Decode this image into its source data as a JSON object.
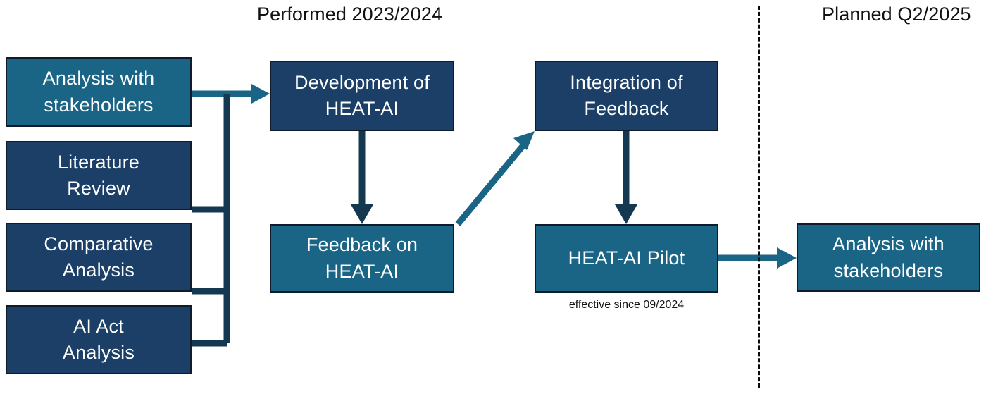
{
  "diagram": {
    "title_not_shown": "",
    "phases": [
      {
        "id": "performed",
        "label": "Performed 2023/2024"
      },
      {
        "id": "planned",
        "label": "Planned Q2/2025"
      }
    ],
    "nodes": [
      {
        "id": "analysis-with-stakeholders-1",
        "label": "Analysis with\nstakeholders",
        "style": "teal"
      },
      {
        "id": "literature-review",
        "label": "Literature\nReview",
        "style": "navy"
      },
      {
        "id": "comparative-analysis",
        "label": "Comparative\nAnalysis",
        "style": "navy"
      },
      {
        "id": "ai-act-analysis",
        "label": "AI Act\nAnalysis",
        "style": "navy"
      },
      {
        "id": "development-of-heat-ai",
        "label": "Development of\nHEAT-AI",
        "style": "navy"
      },
      {
        "id": "feedback-on-heat-ai",
        "label": "Feedback on\nHEAT-AI",
        "style": "teal"
      },
      {
        "id": "integration-of-feedback",
        "label": "Integration of\nFeedback",
        "style": "navy"
      },
      {
        "id": "heat-ai-pilot",
        "label": "HEAT-AI Pilot",
        "style": "teal"
      },
      {
        "id": "analysis-with-stakeholders-2",
        "label": "Analysis with\nstakeholders",
        "style": "teal"
      }
    ],
    "captions": [
      {
        "id": "heat-ai-pilot-caption",
        "text": "effective since 09/2024"
      }
    ],
    "edges": [
      {
        "from": "inputs-group",
        "to": "development-of-heat-ai",
        "kind": "orthogonal-merge",
        "color": "#1a6586"
      },
      {
        "from": "development-of-heat-ai",
        "to": "feedback-on-heat-ai",
        "kind": "straight-down",
        "color": "#143850"
      },
      {
        "from": "feedback-on-heat-ai",
        "to": "integration-of-feedback",
        "kind": "diagonal-up-right",
        "color": "#1a6586"
      },
      {
        "from": "integration-of-feedback",
        "to": "heat-ai-pilot",
        "kind": "straight-down",
        "color": "#143850"
      },
      {
        "from": "heat-ai-pilot",
        "to": "analysis-with-stakeholders-2",
        "kind": "straight-right",
        "color": "#1a6586"
      }
    ],
    "colors": {
      "teal": "#1a6586",
      "navy": "#1b3f66",
      "outline": "#0d1b2a",
      "connector_dark": "#143850",
      "connector_teal": "#1a6586",
      "divider": "#0a0a0a",
      "text_on_fill": "#ffffff",
      "text_plain": "#121212",
      "background": "#ffffff"
    },
    "divider": {
      "id": "phase-divider",
      "style": "dashed-vertical"
    }
  }
}
